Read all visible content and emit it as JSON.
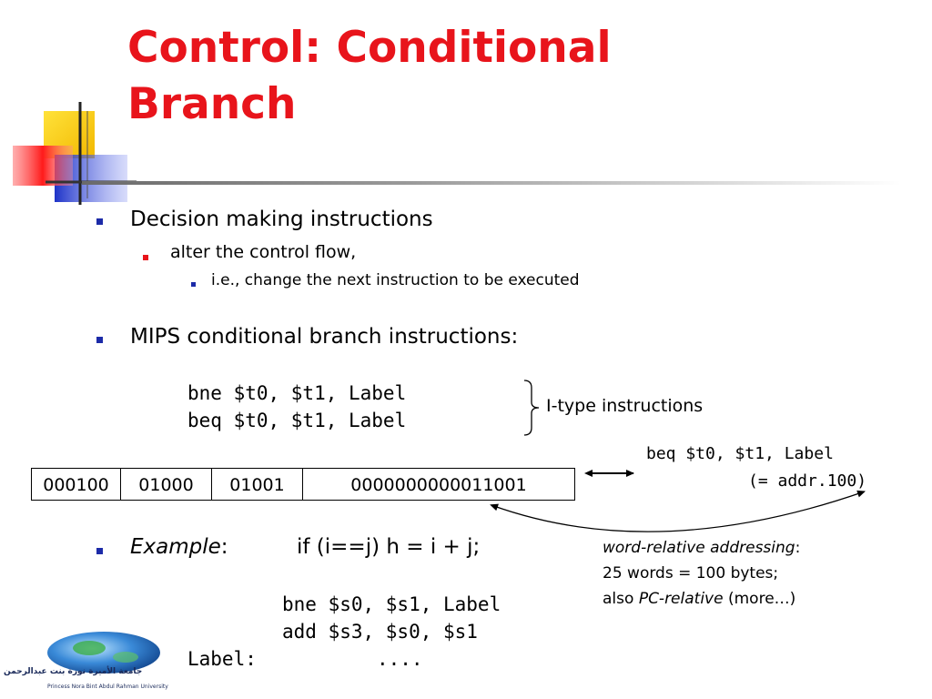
{
  "slide": {
    "title": "Control: Conditional\nBranch",
    "bullets": {
      "decision": "Decision making instructions",
      "alter": "alter the control flow,",
      "ie": "i.e., change the next instruction to be executed",
      "mips": "MIPS conditional branch instructions:"
    },
    "code1": {
      "line1": "bne $t0, $t1, Label",
      "line2": "beq $t0, $t1, Label"
    },
    "itype_label": "I-type instructions",
    "machine_word": {
      "fields": [
        "000100",
        "01000",
        "01001",
        "0000000000011001"
      ]
    },
    "beq_annotation": {
      "line1": "beq $t0, $t1, Label",
      "line2": "(= addr.100)"
    },
    "example": {
      "label": "Example",
      "colon": ":",
      "statement": "if (i==j) h = i + j;"
    },
    "code2": {
      "line1": "bne $s0, $s1, Label",
      "line2": "add $s3, $s0, $s1",
      "label_line": "Label:",
      "dots": "...."
    },
    "note": {
      "word_relative": "word-relative addressing",
      "colon": ":",
      "line2": "25 words = 100 bytes;",
      "also": "also ",
      "pc_relative": "PC-relative",
      "more": " (more…)"
    },
    "logo": {
      "caption": "جامعة الأميرة نورة بنت عبدالرحمن",
      "subcaption": "Princess Nora Bint Abdul Rahman University"
    }
  },
  "colors": {
    "title": "#e8141b",
    "bullet_blue": "#1c2ba8",
    "bullet_red": "#e8141b",
    "deco_yellow": "#ffd400",
    "deco_blue": "#2a3fd0",
    "deco_red": "#ff2a2a"
  }
}
